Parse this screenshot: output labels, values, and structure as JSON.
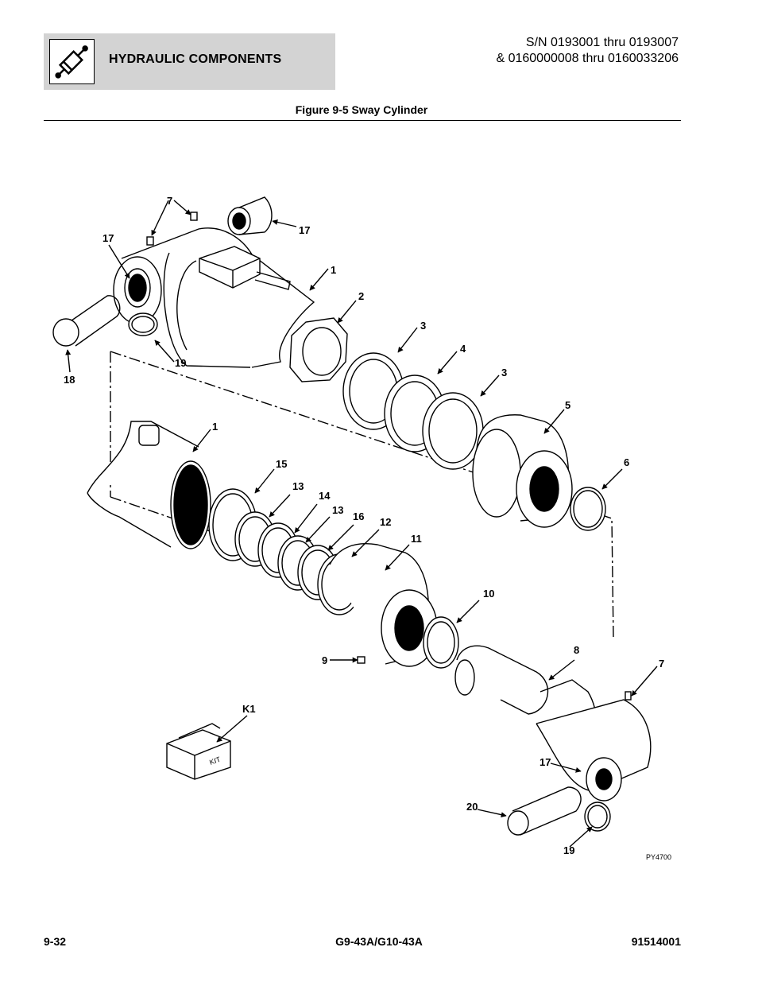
{
  "header": {
    "title": "HYDRAULIC COMPONENTS",
    "serial_line1": "S/N 0193001 thru 0193007",
    "serial_line2": "& 0160000008 thru 0160033206"
  },
  "figure": {
    "title": "Figure 9-5 Sway Cylinder",
    "drawing_code": "PY4700",
    "kit_label": "KIT",
    "callouts": [
      {
        "label": "7"
      },
      {
        "label": "17"
      },
      {
        "label": "17"
      },
      {
        "label": "1"
      },
      {
        "label": "2"
      },
      {
        "label": "3"
      },
      {
        "label": "4"
      },
      {
        "label": "3"
      },
      {
        "label": "5"
      },
      {
        "label": "6"
      },
      {
        "label": "19"
      },
      {
        "label": "18"
      },
      {
        "label": "1"
      },
      {
        "label": "15"
      },
      {
        "label": "13"
      },
      {
        "label": "14"
      },
      {
        "label": "13"
      },
      {
        "label": "16"
      },
      {
        "label": "12"
      },
      {
        "label": "11"
      },
      {
        "label": "10"
      },
      {
        "label": "9"
      },
      {
        "label": "8"
      },
      {
        "label": "7"
      },
      {
        "label": "K1"
      },
      {
        "label": "17"
      },
      {
        "label": "20"
      },
      {
        "label": "19"
      }
    ]
  },
  "footer": {
    "page": "9-32",
    "model": "G9-43A/G10-43A",
    "doc_number": "91514001"
  }
}
